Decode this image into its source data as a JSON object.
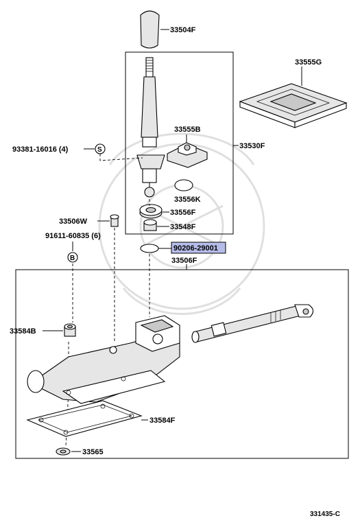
{
  "parts": {
    "p33504F": "33504F",
    "p33555G": "33555G",
    "p33555B": "33555B",
    "p33530F": "33530F",
    "p93381": "93381-16016 (4)",
    "p33556K": "33556K",
    "p33556F": "33556F",
    "p33506W": "33506W",
    "p33548F": "33548F",
    "p91611": "91611-60835 (6)",
    "p90206": "90206-29001",
    "p33506F": "33506F",
    "p33584B": "33584B",
    "p33584F": "33584F",
    "p33565": "33565"
  },
  "symbols": {
    "s_marker": "S",
    "b_marker": "B"
  },
  "diagram_code": "331435-C",
  "highlight_color": "#b6bce8"
}
